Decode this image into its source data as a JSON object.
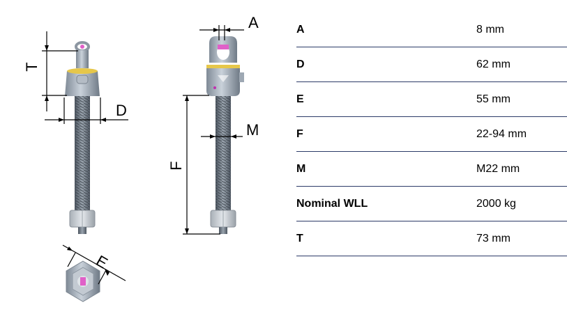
{
  "drawing": {
    "labels": {
      "T": "T",
      "D": "D",
      "A": "A",
      "M": "M",
      "F": "F",
      "E": "E"
    }
  },
  "specs": [
    {
      "key": "A",
      "value": "8 mm"
    },
    {
      "key": "D",
      "value": "62 mm"
    },
    {
      "key": "E",
      "value": "55 mm"
    },
    {
      "key": "F",
      "value": "22-94 mm"
    },
    {
      "key": "M",
      "value": "M22 mm"
    },
    {
      "key": "Nominal WLL",
      "value": "2000 kg"
    },
    {
      "key": "T",
      "value": "73 mm"
    }
  ]
}
